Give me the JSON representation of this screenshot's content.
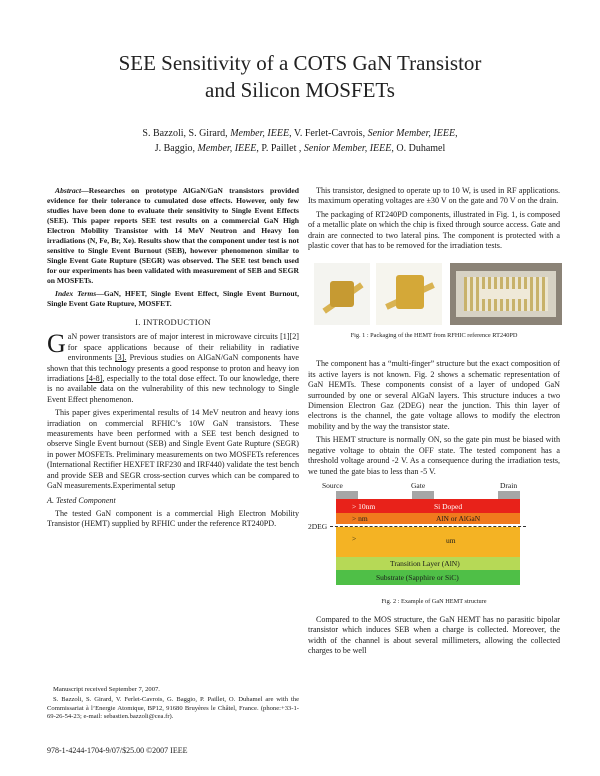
{
  "title_line1": "SEE Sensitivity of a COTS GaN Transistor",
  "title_line2": "and Silicon MOSFETs",
  "authors": {
    "a1": "S. Bazzoli, S. Girard, ",
    "a1_role": "Member, IEEE",
    "a2": ", V. Ferlet-Cavrois, ",
    "a2_role": "Senior Member, IEEE",
    "a3": ",",
    "b1": "J. Baggio, ",
    "b1_role": "Member, IEEE",
    "b2": ", P. Paillet , ",
    "b2_role": "Senior Member, IEEE",
    "b3": ", O. Duhamel"
  },
  "abstract": {
    "lead": "Abstract",
    "text": "—Researches on prototype AlGaN/GaN transistors provided evidence for their tolerance to cumulated dose effects. However, only few studies have been done to evaluate their sensitivity to Single Event Effects (SEE). This paper reports SEE test results on a commercial GaN High Electron Mobility Transistor with 14 MeV Neutron and Heavy Ion irradiations (N, Fe, Br, Xe). Results show that the component under test is not sensitive to Single Event Burnout (SEB), however phenomenon similar to Single Event Gate Rupture (SEGR) was observed. The SEE test bench used for our experiments has been validated with measurement of SEB and SEGR on MOSFETs."
  },
  "index_terms": {
    "lead": "Index Terms",
    "text": "—GaN, HFET, Single Event Effect, Single Event Burnout, Single Event Gate Rupture, MOSFET."
  },
  "section1_heading": "I.  INTRODUCTION",
  "intro_p1": {
    "dropcap": "G",
    "t1": "aN power transistors are of major interest in microwave circuits [1][2] for space applications because of their reliability in radiative environments ",
    "ref3": "[3].",
    "t2": " Previous studies on AlGaN/GaN components have shown that this technology presents a good response to proton and heavy ion irradiations ",
    "ref48": "[4-8]",
    "t3": ", especially to the total dose effect. To our knowledge, there is no available data on the vulnerability of this new technology to Single Event Effect phenomenon."
  },
  "intro_p2": "This paper gives experimental results of 14 MeV neutron and heavy ions irradiation on commercial RFHIC’s 10W GaN transistors. These measurements have been performed with a SEE test bench designed to observe Single Event burnout (SEB) and Single Event Gate Rupture (SEGR) in power MOSFETs. Preliminary measurements on two MOSFETs references (International Rectifier HEXFET IRF230 and IRF440) validate the test bench and provide SEB and SEGR cross-section curves which can be compared to GaN measurements.Experimental setup",
  "subsection_a": "A.  Tested Component",
  "tested_p": "The tested GaN component is a commercial High Electron Mobility Transistor (HEMT) supplied by RFHIC under the reference RT240PD.",
  "footnote": {
    "received": "Manuscript received September 7, 2007.",
    "affil": "S. Bazzoli, S. Girard, V. Ferlet-Cavrois, G. Baggio, P. Paillet, O. Duhamel are with the Commissariat à l’Energie Atomique, BP12, 91680 Bruyères le Châtel, France. (phone:+33-1-69-26-54-23; e-mail: sebastien.bazzoli@cea.fr)."
  },
  "copyright": "978-1-4244-1704-9/07/$25.00 ©2007 IEEE",
  "right_p1": "This transistor, designed to operate up to 10 W, is used in RF applications. Its maximum operating voltages are ±30 V on the gate and 70 V on the drain.",
  "right_p2": "The packaging of RT240PD components, illustrated in Fig. 1, is composed of a metallic plate on which the chip is fixed through source access. Gate and drain are connected to two lateral pins. The component is protected with a plastic cover that has to be removed for the irradiation tests.",
  "fig1_caption": "Fig. 1 : Packaging of the HEMT from RFHIC reference RT240PD",
  "right_p3": "The component has a “multi-finger” structure but the exact composition of its active layers is not known. Fig. 2 shows a schematic representation of GaN HEMTs. These components consist of a layer of undoped GaN surrounded by one or several AlGaN layers. This structure induces a two Dimension Electron Gaz (2DEG) near the junction. This thin layer of electrons is the channel, the gate voltage allows to modify the electron mobility and by the way the transistor state.",
  "right_p4": "This HEMT structure is normally ON, so the gate pin must be biased with negative voltage to obtain the OFF state. The tested component has a threshold voltage around -2 V. As a consequence during the irradiation tests, we tuned the gate bias to less than -5 V.",
  "fig2": {
    "source": "Source",
    "gate": "Gate",
    "drain": "Drain",
    "twodeg": "2DEG",
    "l1_left": "> 10nm",
    "l1_right": "Si Doped",
    "l2_left": "> nm",
    "l2_right": "AlN or AlGaN",
    "l3_left": ">",
    "l3_right": "um",
    "transition": "Transition Layer (AlN)",
    "substrate": "Substrate (Sapphire or SiC)",
    "caption": "Fig. 2 : Example of GaN HEMT structure",
    "colors": {
      "contact": "#a6a6a6",
      "si_doped": "#e8221a",
      "algan": "#f07a1d",
      "gan": "#f4b324",
      "transition": "#b6d956",
      "substrate": "#4fbf47"
    }
  },
  "right_p5": "Compared to the MOS structure, the GaN HEMT has no parasitic bipolar transistor which induces SEB when a charge is collected. Moreover, the width of the channel is about several millimeters, allowing the collected charges to be well"
}
